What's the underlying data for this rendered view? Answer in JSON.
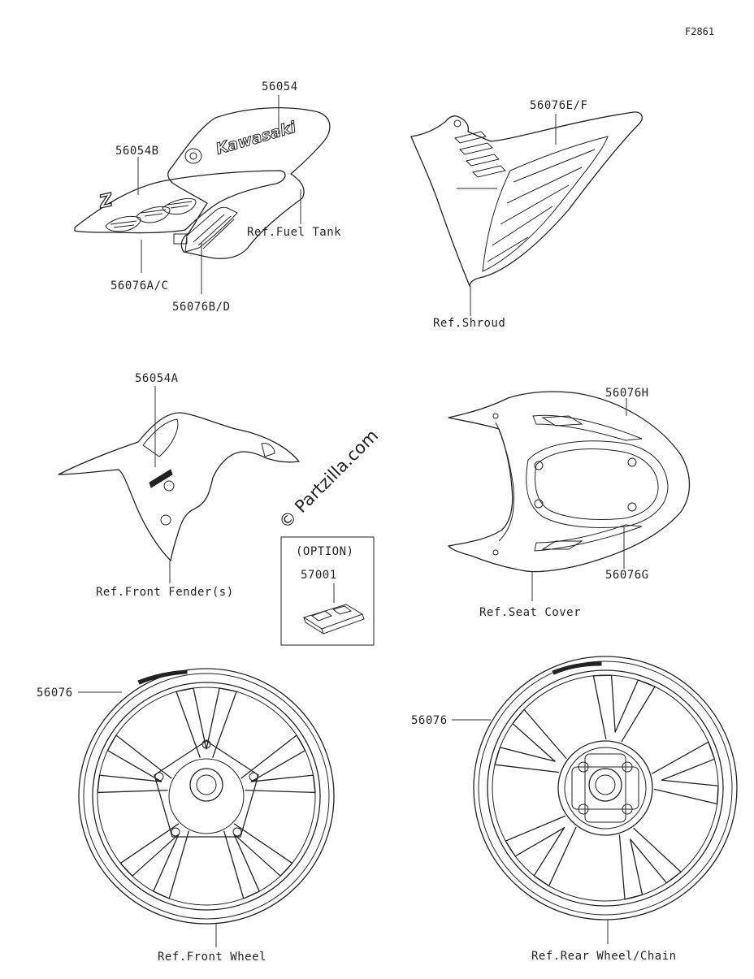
{
  "figure_id": "F2861",
  "watermark": "© Partzilla.com",
  "brand_decal": "Kawasaki",
  "z_decal": "Z",
  "labels": {
    "p56054": "56054",
    "p56054B": "56054B",
    "p56076AC": "56076A/C",
    "p56076BD": "56076B/D",
    "ref_fuel_tank": "Ref.Fuel Tank",
    "p56076EF": "56076E/F",
    "ref_shroud": "Ref.Shroud",
    "p56054A": "56054A",
    "ref_front_fender": "Ref.Front Fender(s)",
    "option": "(OPTION)",
    "p57001": "57001",
    "p56076H": "56076H",
    "p56076G": "56076G",
    "ref_seat_cover": "Ref.Seat Cover",
    "p56076_front": "56076",
    "p56076_rear": "56076",
    "ref_front_wheel": "Ref.Front Wheel",
    "ref_rear_wheel": "Ref.Rear Wheel/Chain"
  }
}
